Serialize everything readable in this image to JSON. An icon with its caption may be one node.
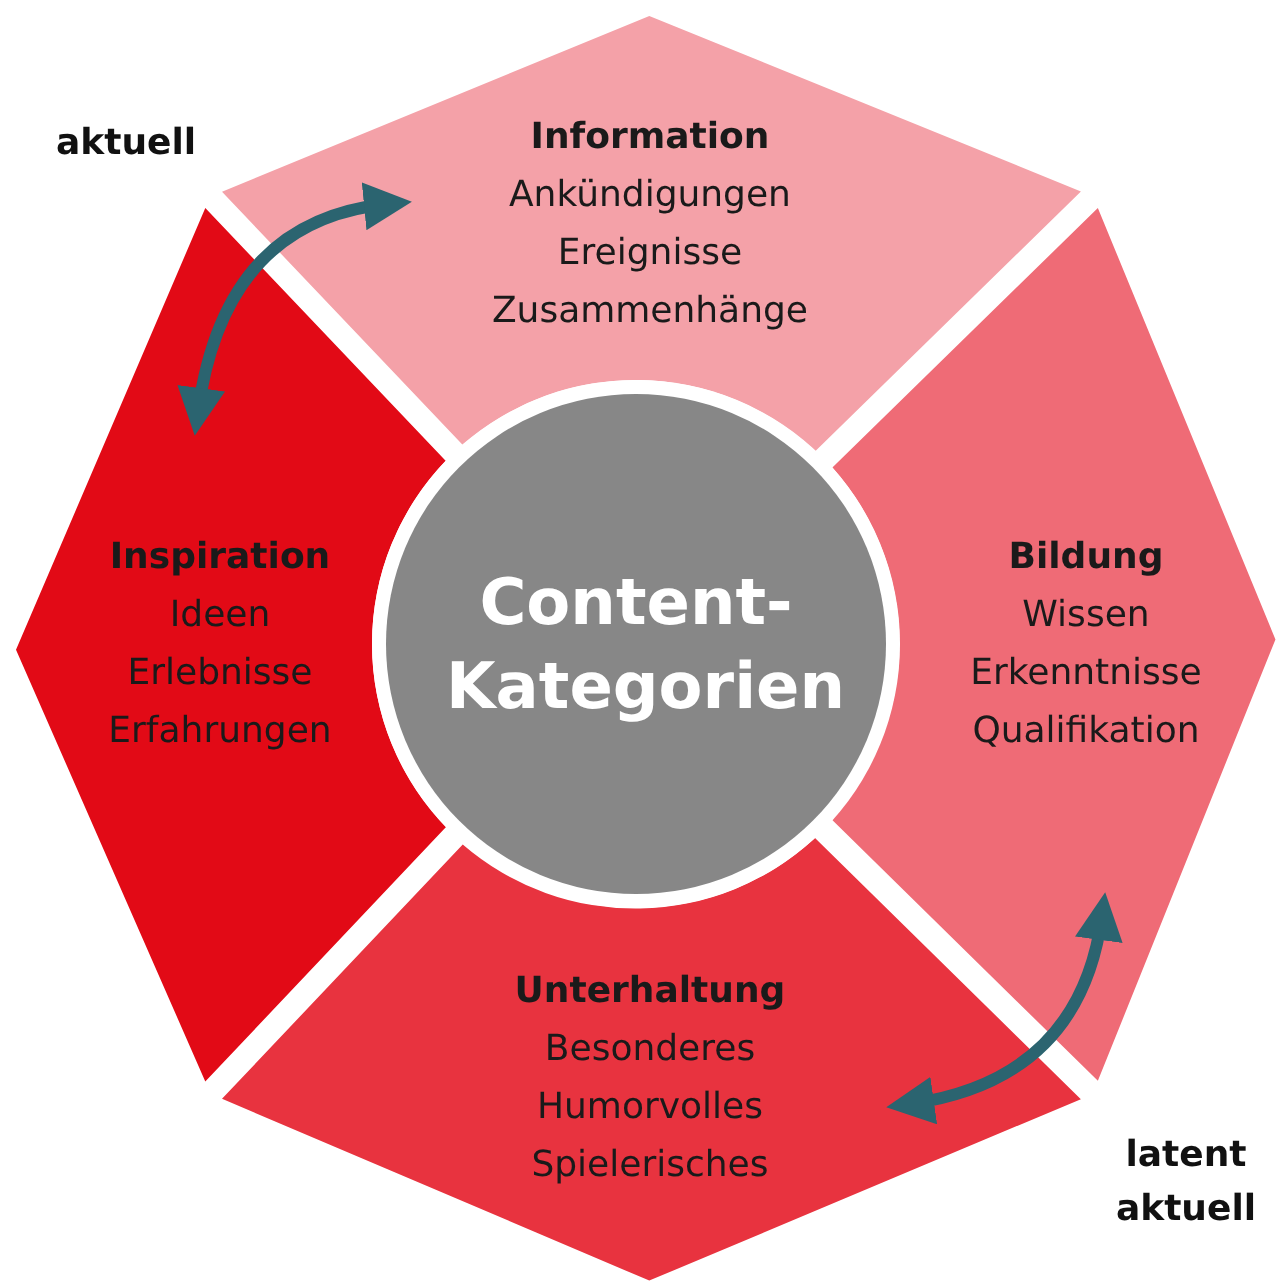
{
  "diagram": {
    "nodes": [
      {
        "text": [
          "Information",
          "Ankündigungen Ereignisse Zusammenhänge"
        ]
      },
      {
        "text": [
          "Bildung",
          "Wissen Erkenntnisse Qualifikation"
        ]
      },
      {
        "text": [
          "Unterhaltung",
          "Besonderes Humorvolles Spielerisches"
        ]
      },
      {
        "text": [
          "Inspiration",
          "Ideen Erlebnisse Erfahrungen"
        ]
      },
      {
        "text": [
          "Content-Kategorien"
        ]
      }
    ],
    "edges": [
      {
        "from": 3,
        "to": 0,
        "arrow": "both",
        "color": "#2b6470"
      },
      {
        "from": 1,
        "to": 2,
        "arrow": "both",
        "color": "#2b6470"
      }
    ],
    "labels": [
      "aktuell",
      "latent aktuell"
    ]
  }
}
